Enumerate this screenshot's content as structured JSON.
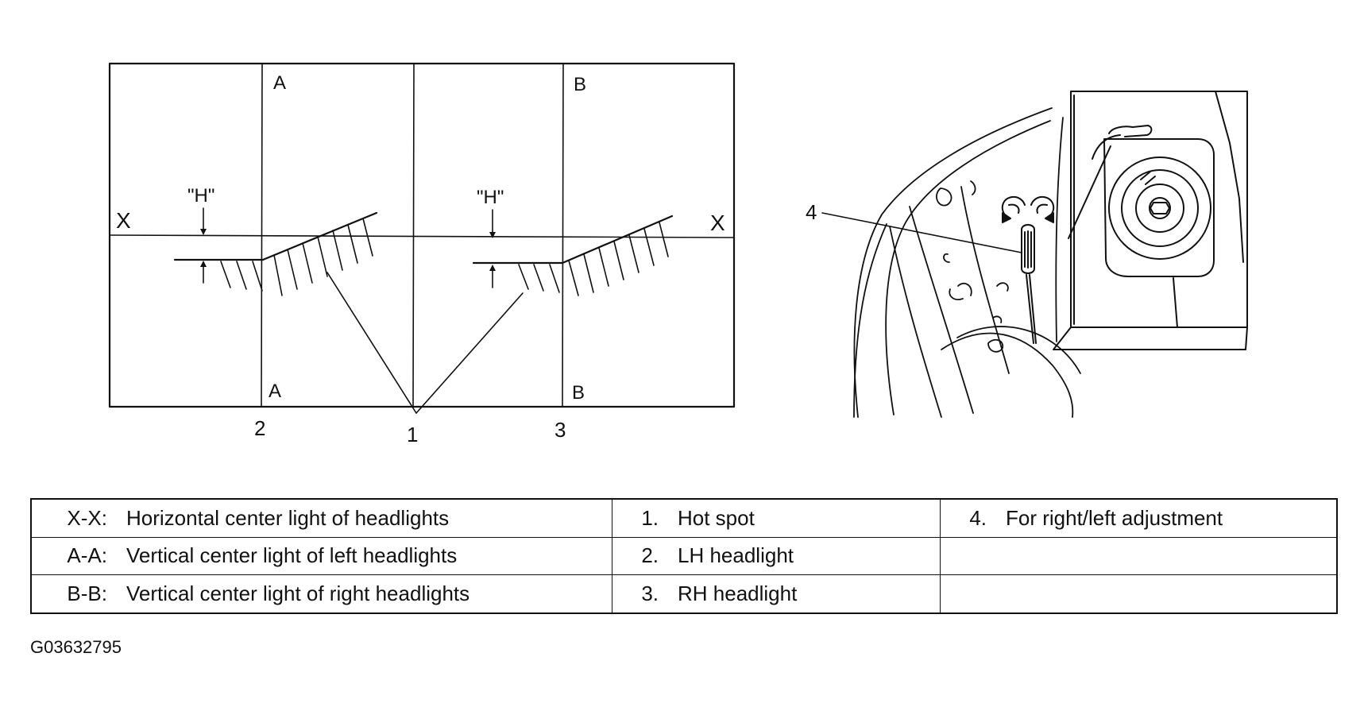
{
  "beam_chart": {
    "axis_x_left": "X",
    "axis_x_right": "X",
    "line_a_top": "A",
    "line_a_bottom": "A",
    "line_b_top": "B",
    "line_b_bottom": "B",
    "height_left": "\"H\"",
    "height_right": "\"H\"",
    "callout_2": "2",
    "callout_1": "1",
    "callout_3": "3"
  },
  "adjuster": {
    "callout_4": "4"
  },
  "legend": {
    "rows": [
      [
        {
          "key": "X-X:",
          "text": "Horizontal center light of headlights"
        },
        {
          "key": "1.",
          "text": "Hot spot"
        },
        {
          "key": "4.",
          "text": "For right/left adjustment"
        }
      ],
      [
        {
          "key": "A-A:",
          "text": "Vertical center light of left headlights"
        },
        {
          "key": "2.",
          "text": "LH headlight"
        },
        {
          "key": "",
          "text": ""
        }
      ],
      [
        {
          "key": "B-B:",
          "text": "Vertical center light of right headlights"
        },
        {
          "key": "3.",
          "text": "RH headlight"
        },
        {
          "key": "",
          "text": ""
        }
      ]
    ]
  },
  "figure_id": "G03632795"
}
